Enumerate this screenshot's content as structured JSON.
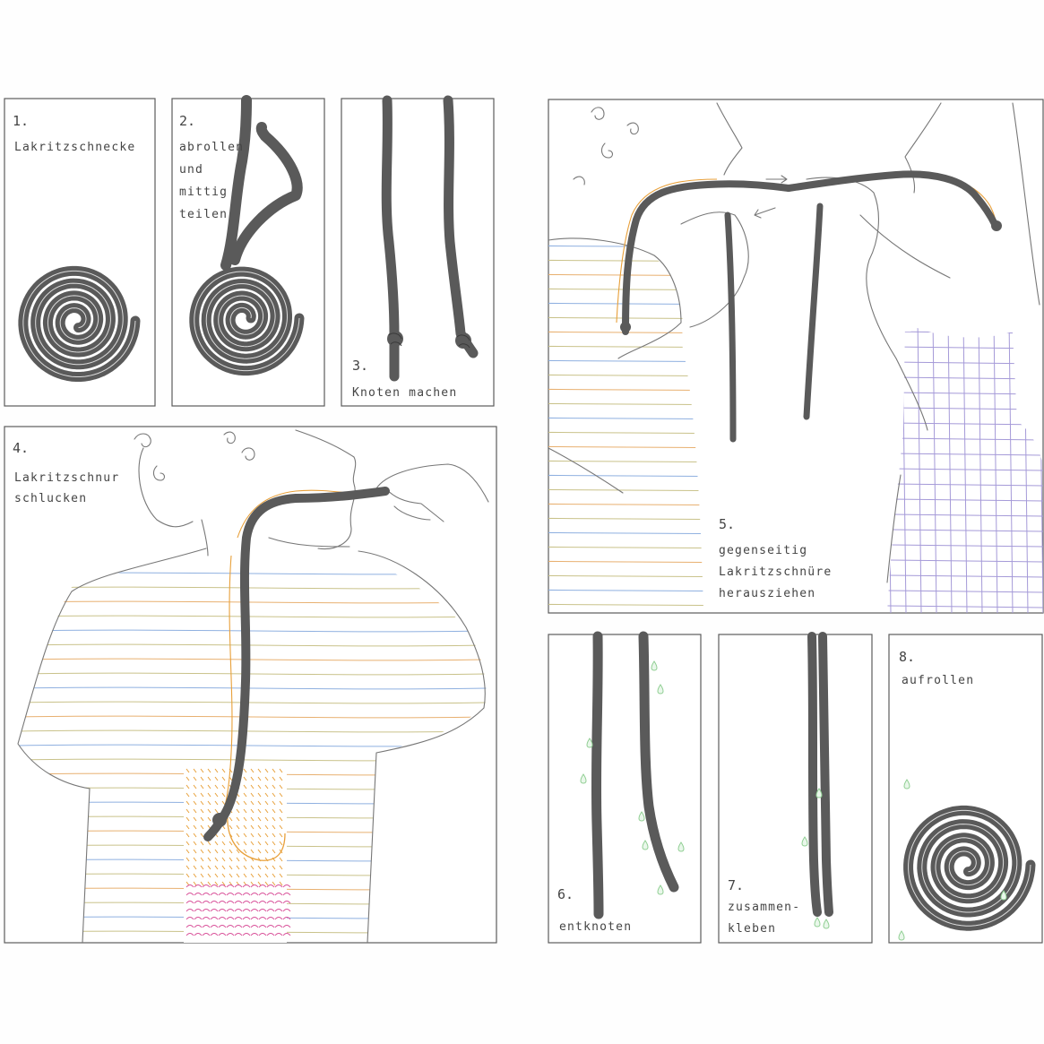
{
  "panels": [
    {
      "number": "1.",
      "caption": [
        "Lakritzschnecke"
      ]
    },
    {
      "number": "2.",
      "caption": [
        "abrollen",
        "und",
        "mittig",
        "teilen"
      ]
    },
    {
      "number": "3.",
      "caption": [
        "Knoten machen"
      ]
    },
    {
      "number": "4.",
      "caption": [
        "Lakritzschnur",
        "schlucken"
      ]
    },
    {
      "number": "5.",
      "caption": [
        "gegenseitig",
        "Lakritzschnüre",
        "herausziehen"
      ]
    },
    {
      "number": "6.",
      "caption": [
        "entknoten"
      ]
    },
    {
      "number": "7.",
      "caption": [
        "zusammen-",
        "kleben"
      ]
    },
    {
      "number": "8.",
      "caption": [
        "aufrollen"
      ]
    }
  ],
  "colors": {
    "licorice": "#5a5a5a",
    "outline": "#5c5c5c",
    "stripe_blue": "#8fb0e0",
    "stripe_olive": "#c9c28a",
    "stripe_orange": "#e8b070",
    "throat_orange": "#e8a03a",
    "stomach_pink": "#d9529a",
    "checker_purple": "#a59ad8",
    "drop_green": "#8fce92"
  }
}
